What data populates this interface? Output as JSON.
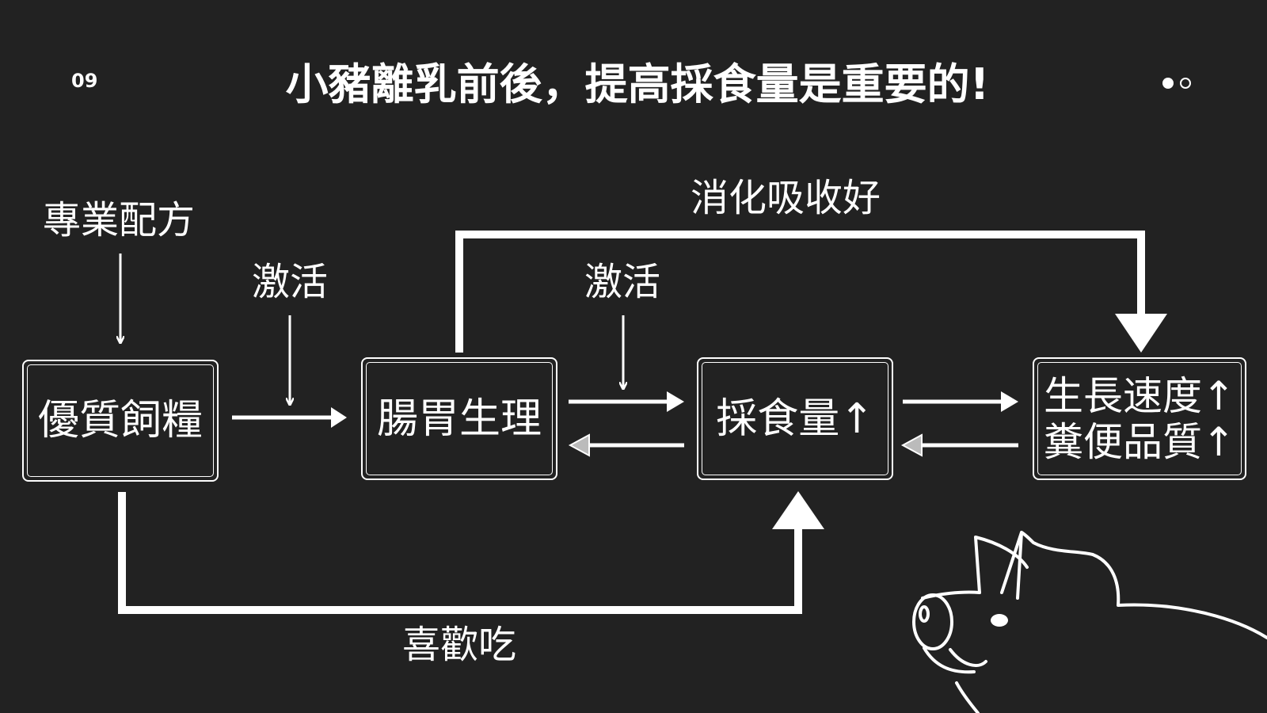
{
  "slide": {
    "page_number": "09",
    "title": "小豬離乳前後，提高採食量是重要的!"
  },
  "nodes": {
    "feed": "優質飼糧",
    "gut": "腸胃生理",
    "intake": "採食量↑",
    "growth_line1": "生長速度↑",
    "growth_line2": "糞便品質↑"
  },
  "labels": {
    "formula": "專業配方",
    "activate_1": "激活",
    "activate_2": "激活",
    "digestion": "消化吸收好",
    "likes_to_eat": "喜歡吃"
  },
  "icons": {
    "pager": "pagination-dots-icon",
    "mascot": "pig-outline-icon"
  },
  "colors": {
    "background": "#222222",
    "foreground": "#ffffff",
    "hollow_arrow": "#bbbbbb"
  }
}
